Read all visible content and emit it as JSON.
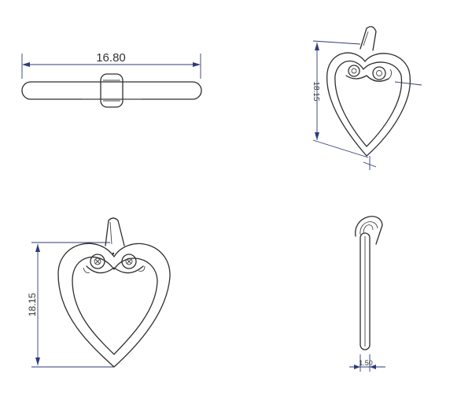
{
  "dimensions": {
    "width_top": "16.80",
    "height_perspective": "18.15",
    "height_front": "18.15",
    "thickness_side": "1.50"
  },
  "colors": {
    "outline": "#2e2e2e",
    "dimension": "#2e3a7a",
    "background": "#ffffff"
  }
}
